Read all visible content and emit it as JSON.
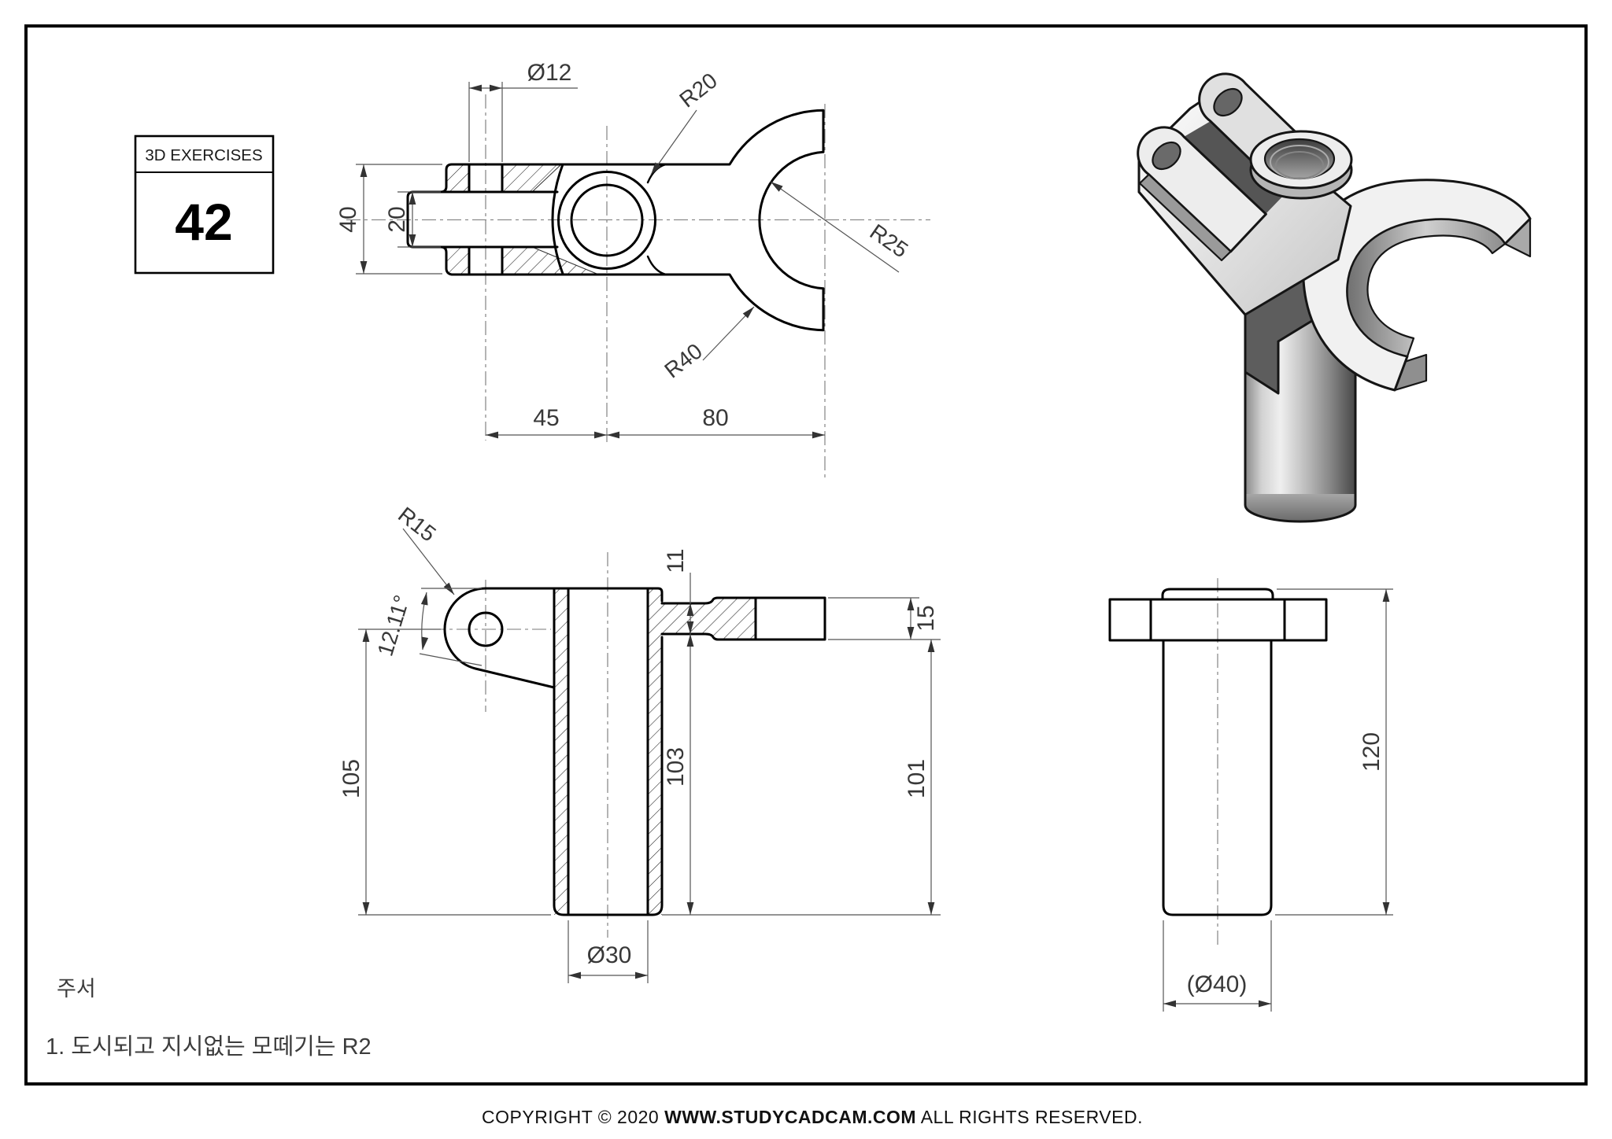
{
  "exercise_box": {
    "title": "3D EXERCISES",
    "number": "42"
  },
  "top_view": {
    "dims": {
      "dia12": "Ø12",
      "r20": "R20",
      "r25": "R25",
      "r40": "R40",
      "h40": "40",
      "h20": "20",
      "w45": "45",
      "w80": "80"
    }
  },
  "front_view": {
    "dims": {
      "r15": "R15",
      "angle": "12.11°",
      "d11": "11",
      "d15": "15",
      "d105": "105",
      "d103": "103",
      "d101": "101",
      "dia30": "Ø30"
    }
  },
  "side_view": {
    "dims": {
      "d120": "120",
      "dia40": "(Ø40)"
    }
  },
  "notes": {
    "heading": "주서",
    "item_1": "1. 도시되고 지시없는 모떼기는 R2"
  },
  "footer": {
    "copyright_prefix": "COPYRIGHT © 2020 ",
    "website": "WWW.STUDYCADCAM.COM",
    "copyright_suffix": " ALL RIGHTS RESERVED."
  },
  "colors": {
    "line": "#000000",
    "dim_text": "#383838",
    "paper": "#ffffff",
    "iso_top_face": "#f1f1f1",
    "iso_dark_face": "#5d5d5d"
  }
}
